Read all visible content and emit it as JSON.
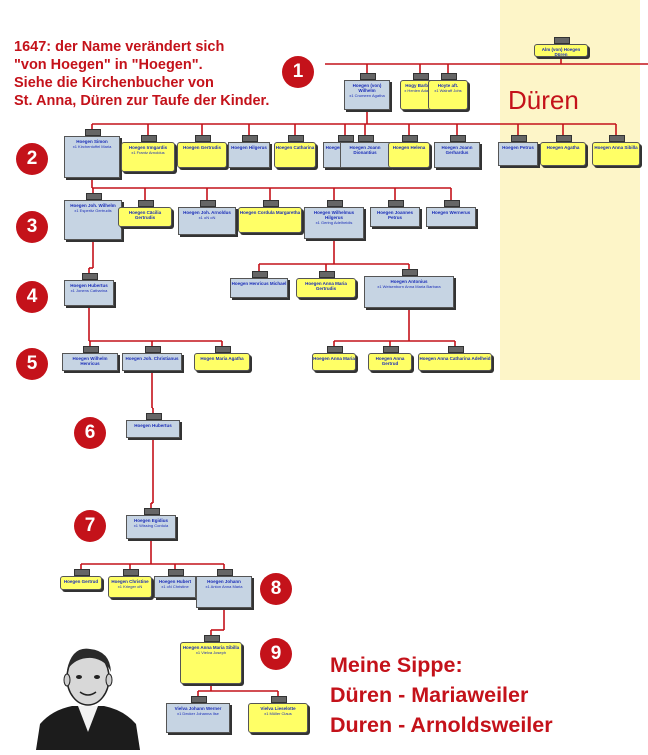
{
  "headline": [
    "1647: der Name verändert sich",
    "\"von Hoegen\" in \"Hoegen\".",
    "Siehe die Kirchenbucher von",
    "St. Anna, Düren zur Taufe der Kinder."
  ],
  "region_label": "Düren",
  "generations": [
    "1",
    "2",
    "3",
    "4",
    "5",
    "6",
    "7",
    "8",
    "9"
  ],
  "footer": [
    "Meine Sippe:",
    "Düren - Mariaweiler",
    "Duren - Arnoldsweiler"
  ],
  "colors": {
    "accent": "#c4121a",
    "line": "#c4121a",
    "box_blue": "#c6d4e3",
    "box_yellow": "#ffff66",
    "band": "#fdf5c8"
  },
  "family_tree": {
    "root": {
      "name": "Alm (von) Hoegen Düren"
    },
    "gen1": [
      {
        "name": "Hoegen (von) Wilhelm",
        "spouse": "x1 Crumeen Agatha"
      },
      {
        "name": "Hogy Barbara",
        "spouse": "x Henlen Adamus"
      },
      {
        "name": "Hoyte aft.",
        "spouse": "x1 Walraff Johs"
      }
    ],
    "gen2": [
      {
        "name": "Hoegen Simon",
        "spouse": "x1 Kirchentoffel Maria"
      },
      {
        "name": "Hoegen Irmgardis",
        "spouse": "x1 Frantz Arnoldus"
      },
      {
        "name": "Hoegen Gertrudis"
      },
      {
        "name": "Hoegen Hilgerus"
      },
      {
        "name": "Hoegen Catharina"
      },
      {
        "name": "Hoegen Johannes"
      },
      {
        "name": "Hoegen Joann Dionantius"
      },
      {
        "name": "Hoegen Helena"
      },
      {
        "name": "Hoegen Joann Gerhardus"
      },
      {
        "name": "Hoegen Petrus"
      },
      {
        "name": "Hoegen Agatha"
      },
      {
        "name": "Hoegen Anna Sibilla"
      }
    ],
    "gen3": [
      {
        "name": "Hoegen Joh. Wilhelm",
        "spouse": "x1 Esperitz Gertrudis"
      },
      {
        "name": "Hoegen Cäcilia Gertrudis"
      },
      {
        "name": "Hoegen Joh. Arnoldus",
        "spouse": "x1 oN oN"
      },
      {
        "name": "Hoegen Cordula Margaretha"
      },
      {
        "name": "Hoegen Wilhelmus Hilgerus",
        "spouse": "x1 Gering Adelheidis"
      },
      {
        "name": "Hoegen Joannes Petrus"
      },
      {
        "name": "Hoegen Wernerus"
      }
    ],
    "gen4": [
      {
        "name": "Hoegen Hubertus",
        "spouse": "x1 Jonens Catharina"
      },
      {
        "name": "Hoegen Henricus Michael"
      },
      {
        "name": "Hoegen Anna Maria Gertrudis"
      },
      {
        "name": "Hoegen Antonius",
        "spouse": "x1 Weisenborn Anna Maria Barbara"
      }
    ],
    "gen5": [
      {
        "name": "Hoegen Wilhelm Henricus"
      },
      {
        "name": "Hoegen Joh. Christianus"
      },
      {
        "name": "Hogen Maria Agatha"
      },
      {
        "name": "Hoegen Anna Maria"
      },
      {
        "name": "Hoegen Anna Gertrud"
      },
      {
        "name": "Hoegen Anna Catharina Adelheid"
      }
    ],
    "gen6": [
      {
        "name": "Hoegen Hubertus"
      }
    ],
    "gen7": [
      {
        "name": "Hoegen Egidius",
        "spouse": "x1 Wissing Cordula"
      }
    ],
    "gen8": [
      {
        "name": "Hoegen Gertrud"
      },
      {
        "name": "Hoegen Christine",
        "spouse": "x1 Krieger oN"
      },
      {
        "name": "Hoegen Hubert",
        "spouse": "x1 oN Christine"
      },
      {
        "name": "Hoegen Johann",
        "spouse": "x1 Anton Anna Maria"
      }
    ],
    "gen9": [
      {
        "name": "Hoegen Anna Maria Sibilla",
        "spouse": "x1 Vielva Joseph"
      },
      {
        "name": "Vielva Johann Werner",
        "spouse": "x1 Decker Johanna Ilse"
      },
      {
        "name": "Vielva Lieselotte",
        "spouse": "x1 Müller Claus"
      }
    ]
  }
}
